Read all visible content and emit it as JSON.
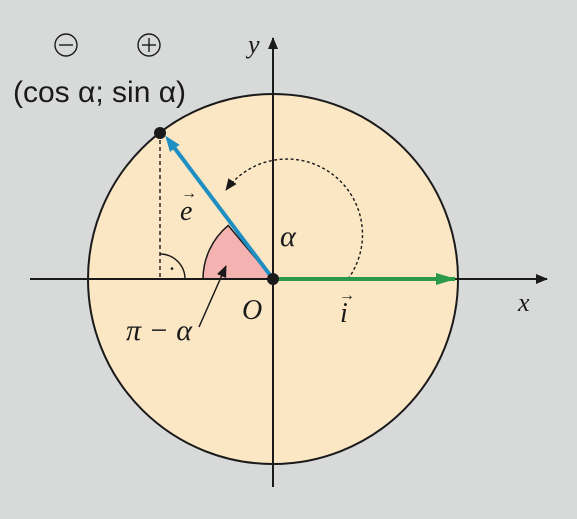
{
  "colors": {
    "background": "#d8d9d9",
    "circle_fill": "#fbe7c4",
    "angle_fill": "#f4b3b0",
    "vector_e": "#1f8fc3",
    "vector_i": "#2a9a4a",
    "ink": "#1a1a1a"
  },
  "signs": {
    "cos_sign": "⊖",
    "sin_sign": "⊕"
  },
  "point_label": "(cos α; sin α)",
  "axes": {
    "x_label": "x",
    "y_label": "y",
    "origin_label": "O"
  },
  "vectors": {
    "e_label": "e",
    "i_label": "i",
    "arrow_mark": "→"
  },
  "angles": {
    "alpha_label": "α",
    "supplement_label": "π − α"
  },
  "right_angle_dot": "•",
  "icons": [
    "minus-circle-icon",
    "plus-circle-icon",
    "right-angle-icon"
  ]
}
